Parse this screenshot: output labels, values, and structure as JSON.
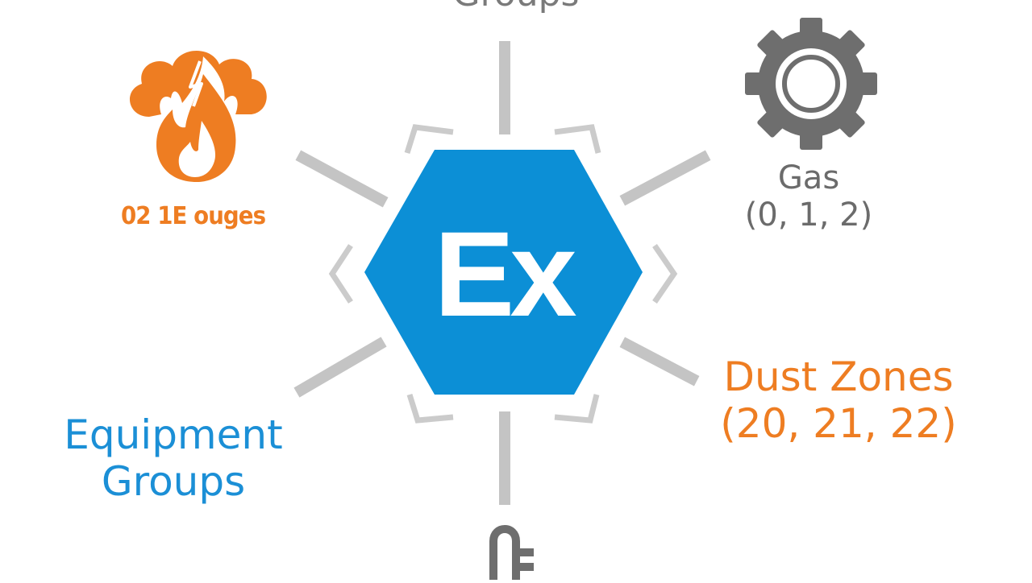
{
  "diagram": {
    "center_label": "Ex",
    "top_label": "Groups",
    "gas_label": [
      "Gas",
      "(0, 1, 2)"
    ],
    "fire_label": "02 1E ouges",
    "dust_label": [
      "Dust Zones",
      "(20, 21, 22)"
    ],
    "equipment_label": [
      "Equipment",
      "Groups"
    ],
    "icons": [
      "fire-cloud-icon",
      "gear-icon",
      "thermometer-icon"
    ],
    "colors": {
      "hexagon": "#0c8fd6",
      "orange": "#ee7d22",
      "gray": "#bdbdbd",
      "dark_gray": "#6b6b6b",
      "blue_text": "#1b8fd6"
    }
  }
}
